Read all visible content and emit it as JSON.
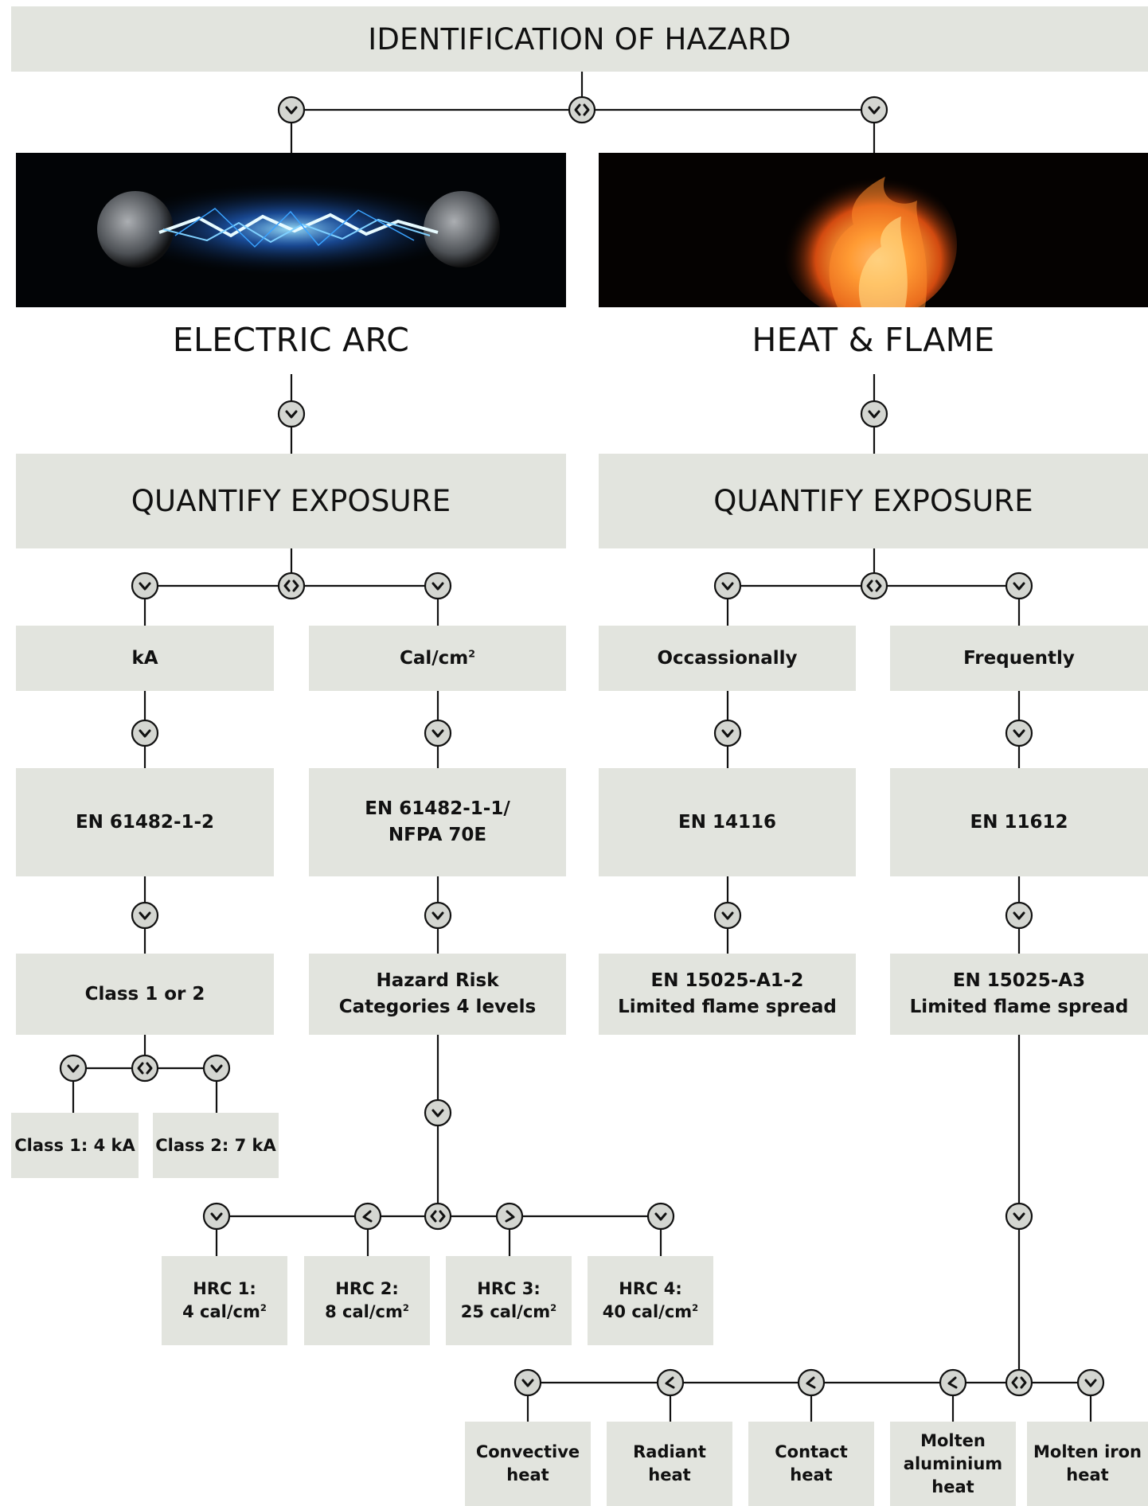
{
  "header": {
    "title": "IDENTIFICATION OF HAZARD"
  },
  "arc": {
    "title": "ELECTRIC ARC",
    "quantify": "QUANTIFY EXPOSURE",
    "ka": {
      "label": "kA",
      "standard": "EN 61482-1-2",
      "classification": "Class 1 or 2",
      "classes": [
        "Class 1: 4 kA",
        "Class 2: 7 kA"
      ]
    },
    "cal": {
      "label": "Cal/cm",
      "sup": "2",
      "standard_line1": "EN 61482-1-1/",
      "standard_line2": "NFPA 70E",
      "classification_line1": "Hazard Risk",
      "classification_line2": "Categories 4 levels",
      "hrc": [
        {
          "name": "HRC 1:",
          "value": "4 cal/cm",
          "sup": "2"
        },
        {
          "name": "HRC 2:",
          "value": "8 cal/cm",
          "sup": "2"
        },
        {
          "name": "HRC 3:",
          "value": "25 cal/cm",
          "sup": "2"
        },
        {
          "name": "HRC 4:",
          "value": "40 cal/cm",
          "sup": "2"
        }
      ]
    }
  },
  "flame": {
    "title": "HEAT & FLAME",
    "quantify": "QUANTIFY EXPOSURE",
    "occasional": {
      "label": "Occassionally",
      "standard": "EN 14116",
      "classification_line1": "EN 15025-A1-2",
      "classification_line2": "Limited flame spread"
    },
    "frequent": {
      "label": "Frequently",
      "standard": "EN 11612",
      "classification_line1": "EN 15025-A3",
      "classification_line2": "Limited flame spread",
      "heat_types": [
        {
          "l1": "Convective",
          "l2": "heat",
          "l3": ""
        },
        {
          "l1": "Radiant",
          "l2": "heat",
          "l3": ""
        },
        {
          "l1": "Contact",
          "l2": "heat",
          "l3": ""
        },
        {
          "l1": "Molten",
          "l2": "aluminium",
          "l3": "heat"
        },
        {
          "l1": "Molten iron",
          "l2": "heat",
          "l3": ""
        }
      ]
    }
  },
  "colors": {
    "box": "#e2e4de",
    "line": "#111111",
    "node_fill": "#d4d6d1"
  },
  "icons": {
    "split": "split-node-icon",
    "down": "chevron-down-icon"
  }
}
